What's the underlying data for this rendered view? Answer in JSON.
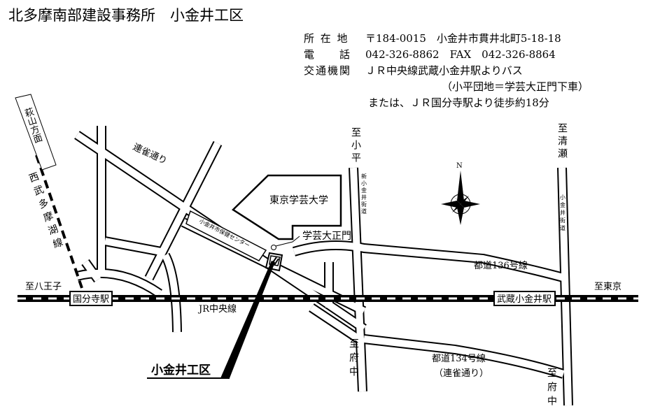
{
  "header": {
    "title": "北多摩南部建設事務所　小金井工区"
  },
  "info": {
    "address_label": "所 在 地",
    "address": "〒184-0015　小金井市貫井北町5-18-18",
    "phone_label": "電　　話",
    "phone": "042-326-8862　FAX　042-326-8864",
    "transport_label": "交通機関",
    "transport_1": "ＪＲ中央線武蔵小金井駅よりバス",
    "transport_2": "（小平団地＝学芸大正門下車）",
    "transport_3": "または、ＪＲ国分寺駅より徒歩約18分"
  },
  "map": {
    "hagiyama": "萩山方面",
    "seibu_line": "西武多摩湖線",
    "renjaku_dori": "連雀通り",
    "health_center": "小金井市保健センター",
    "university": "東京学芸大学",
    "main_gate": "学芸大正門",
    "to_kodaira": "至小平",
    "shin_koganei_kaido": "新小金井街道",
    "to_kiyose": "至清瀬",
    "koganei_kaido": "小金井街道",
    "north": "N",
    "route136": "都道136号線",
    "to_hachioji": "至八王子",
    "to_tokyo": "至東京",
    "kokubunji_station": "国分寺駅",
    "musashi_koganei_station": "武蔵小金井駅",
    "jr_chuo_line": "JR中央線",
    "route134": "都道134号線",
    "route134_alias": "（連雀通り）",
    "to_fuchu_1": "至府中",
    "to_fuchu_2": "至府中",
    "office": "小金井工区"
  },
  "colors": {
    "ink": "#000000",
    "paper": "#ffffff"
  }
}
